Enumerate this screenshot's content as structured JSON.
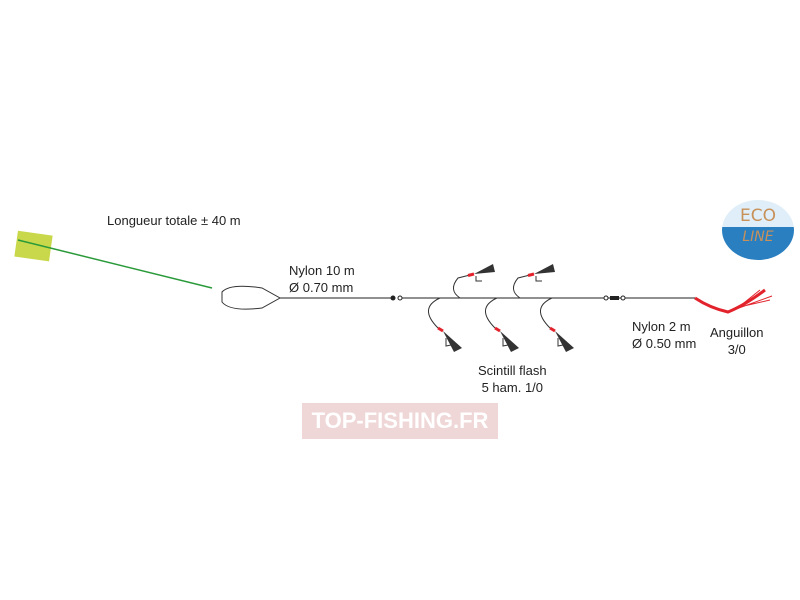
{
  "labels": {
    "total_length": "Longueur totale ± 40 m",
    "main_line": [
      "Nylon 10 m",
      "Ø 0.70 mm"
    ],
    "lures": [
      "Scintill flash",
      "5 ham. 1/0"
    ],
    "leader": [
      "Nylon 2 m",
      "Ø 0.50 mm"
    ],
    "end_lure": [
      "Anguillon",
      "3/0"
    ]
  },
  "logo": {
    "top": "ECO",
    "bottom": "LINE"
  },
  "watermark": "TOP-FISHING.FR",
  "colors": {
    "winder": "#c8d84a",
    "line_green": "#2a9a3a",
    "accent_red": "#e3232c",
    "logo_blue": "#2a7fc0",
    "logo_text": "#c8915a"
  }
}
